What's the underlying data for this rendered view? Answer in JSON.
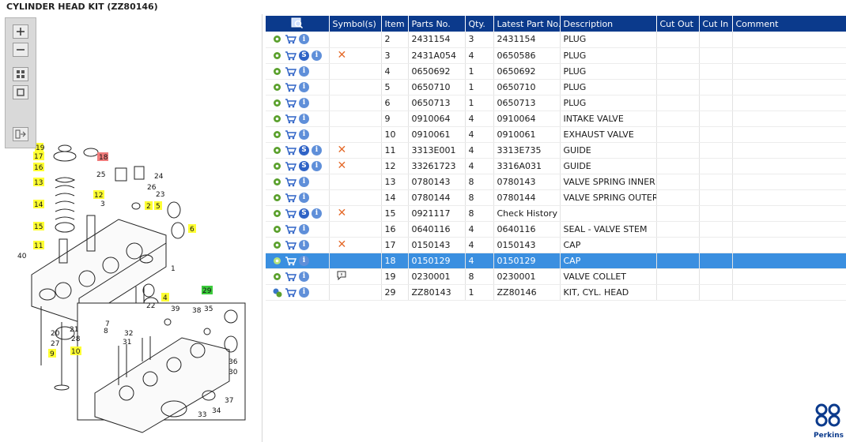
{
  "title": "CYLINDER HEAD KIT (ZZ80146)",
  "toolbar": {
    "zoom_in": "zoom-in",
    "zoom_out": "zoom-out",
    "fit_all": "fit-all",
    "fit_window": "fit-window",
    "export": "export"
  },
  "table": {
    "headers": {
      "symbols": "Symbol(s)",
      "item": "Item",
      "parts_no": "Parts No.",
      "qty": "Qty.",
      "latest": "Latest Part No.",
      "description": "Description",
      "cut_out": "Cut Out",
      "cut_in": "Cut In",
      "comment": "Comment"
    },
    "rows": [
      {
        "item": "2",
        "parts_no": "2431154",
        "qty": "3",
        "latest": "2431154",
        "description": "PLUG"
      },
      {
        "item": "3",
        "parts_no": "2431A054",
        "qty": "4",
        "latest": "0650586",
        "description": "PLUG"
      },
      {
        "item": "4",
        "parts_no": "0650692",
        "qty": "1",
        "latest": "0650692",
        "description": "PLUG"
      },
      {
        "item": "5",
        "parts_no": "0650710",
        "qty": "1",
        "latest": "0650710",
        "description": "PLUG"
      },
      {
        "item": "6",
        "parts_no": "0650713",
        "qty": "1",
        "latest": "0650713",
        "description": "PLUG"
      },
      {
        "item": "9",
        "parts_no": "0910064",
        "qty": "4",
        "latest": "0910064",
        "description": "INTAKE VALVE"
      },
      {
        "item": "10",
        "parts_no": "0910061",
        "qty": "4",
        "latest": "0910061",
        "description": "EXHAUST VALVE"
      },
      {
        "item": "11",
        "parts_no": "3313E001",
        "qty": "4",
        "latest": "3313E735",
        "description": "GUIDE"
      },
      {
        "item": "12",
        "parts_no": "33261723",
        "qty": "4",
        "latest": "3316A031",
        "description": "GUIDE"
      },
      {
        "item": "13",
        "parts_no": "0780143",
        "qty": "8",
        "latest": "0780143",
        "description": "VALVE SPRING INNER"
      },
      {
        "item": "14",
        "parts_no": "0780144",
        "qty": "8",
        "latest": "0780144",
        "description": "VALVE SPRING OUTER"
      },
      {
        "item": "15",
        "parts_no": "0921117",
        "qty": "8",
        "latest": "Check History",
        "description": ""
      },
      {
        "item": "16",
        "parts_no": "0640116",
        "qty": "4",
        "latest": "0640116",
        "description": "SEAL - VALVE STEM"
      },
      {
        "item": "17",
        "parts_no": "0150143",
        "qty": "4",
        "latest": "0150143",
        "description": "CAP"
      },
      {
        "item": "18",
        "parts_no": "0150129",
        "qty": "4",
        "latest": "0150129",
        "description": "CAP"
      },
      {
        "item": "19",
        "parts_no": "0230001",
        "qty": "8",
        "latest": "0230001",
        "description": "VALVE COLLET"
      },
      {
        "item": "29",
        "parts_no": "ZZ80143",
        "qty": "1",
        "latest": "ZZ80146",
        "description": "KIT, CYL. HEAD"
      }
    ],
    "row_icons": {
      "with_s": [
        1,
        7,
        8,
        11
      ],
      "x_mark": [
        1,
        7,
        8,
        11,
        13
      ],
      "note": [
        15
      ],
      "selected": 14,
      "kit_gear": 16
    }
  },
  "callouts": {
    "c19": "19",
    "c17": "17",
    "c18": "18",
    "c16": "16",
    "c13": "13",
    "c14": "14",
    "c15": "15",
    "c11": "11",
    "c12": "12",
    "c3": "3",
    "c2": "2",
    "c5": "5",
    "c6": "6",
    "c4": "4",
    "c10": "10",
    "c9": "9",
    "c29": "29",
    "c40": "40",
    "c25": "25",
    "c24": "24",
    "c26": "26",
    "c23": "23",
    "c1": "1",
    "c22": "22",
    "c39": "39",
    "c38": "38",
    "c35": "35",
    "c20": "20",
    "c21": "21",
    "c7": "7",
    "c8": "8",
    "c32": "32",
    "c31": "31",
    "c27": "27",
    "c28": "28",
    "c36": "36",
    "c30": "30",
    "c37": "37",
    "c33": "33",
    "c34": "34"
  },
  "brand": "Perkins",
  "colors": {
    "header": "#0b3a8c",
    "selected_row": "#3a8fe0",
    "callout_yellow": "#ffff33",
    "callout_red": "#f07b7b",
    "callout_green": "#3ccb3c",
    "x_mark": "#e46a2a"
  }
}
